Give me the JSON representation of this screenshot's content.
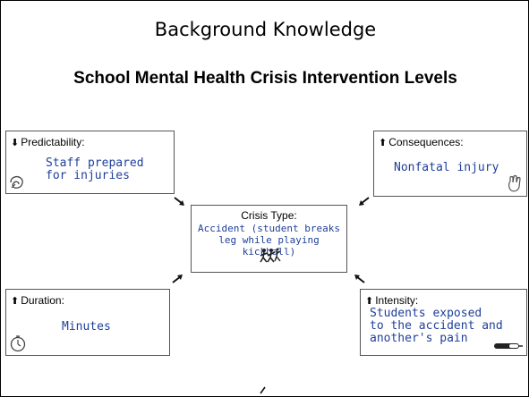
{
  "slide": {
    "heading": "Background Knowledge",
    "subtitle": "School Mental Health Crisis Intervention Levels"
  },
  "center": {
    "title": "Crisis Type:",
    "value_lines": [
      "Accident (student breaks",
      "leg while playing kickball)"
    ],
    "icon": "running-children-icon"
  },
  "cards": {
    "predictability": {
      "arrow": "down",
      "label": "Predictability:",
      "value_lines": [
        "Staff prepared",
        "for injuries"
      ],
      "icon": "clipboard-doodle-icon"
    },
    "consequences": {
      "arrow": "up",
      "label": "Consequences:",
      "value_lines": [
        "Nonfatal injury"
      ],
      "icon": "hand-doodle-icon"
    },
    "duration": {
      "arrow": "up",
      "label": "Duration:",
      "value_lines": [
        "Minutes"
      ],
      "icon": "stopwatch-icon"
    },
    "intensity": {
      "arrow": "up",
      "label": "Intensity:",
      "value_lines": [
        "Students exposed",
        "to the accident and",
        "another's pain"
      ],
      "icon": "gauge-bar-icon"
    }
  },
  "colors": {
    "value_text": "#1f3f9a",
    "border": "#555555"
  }
}
